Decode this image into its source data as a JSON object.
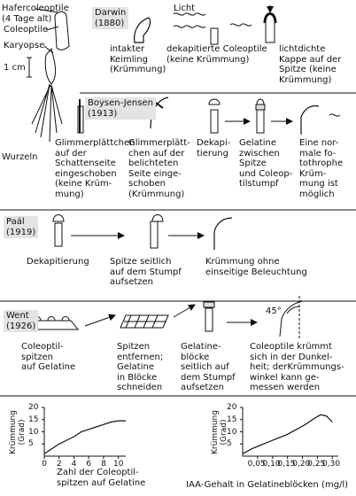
{
  "plant": {
    "title1": "Hafercoleoptile",
    "title2": "(4 Tage alt)",
    "coleoptile": "Coleoptile",
    "karyopse": "Karyopse",
    "scale": "1 cm",
    "roots": "Wurzeln"
  },
  "darwin": {
    "label": "Darwin\n(1880)",
    "light": "Licht",
    "c1": "intakter\nKeimling\n(Krümmung)",
    "c2": "dekapitierte Coleoptile\n(keine Krümmung)",
    "c3": "lichtdichte\nKappe auf der\nSpitze (keine\nKrümmung)"
  },
  "boysen": {
    "label": "Boysen-Jensen\n(1913)",
    "c1": "Glimmerplättchen\nauf der\nSchattenseite\neingeschoben\n(keine Krüm-\nmung)",
    "c2": "Glimmerplätt-\nchen auf der\nbelichteten\nSeite einge-\nschoben\n(Krümmung)",
    "c3": "Dekapi-\ntierung",
    "c4": "Gelatine\nzwischen\nSpitze\nund Coleop-\ntilstumpf",
    "c5": "Eine nor-\nmale fo-\ntothrophe\nKrüm-\nmung ist\nmöglich"
  },
  "paal": {
    "label": "Paál\n(1919)",
    "c1": "Dekapitierung",
    "c2": "Spitze seitlich\nauf dem Stumpf\naufsetzen",
    "c3": "Krümmung ohne\neinseitige Beleuchtung"
  },
  "went": {
    "label": "Went\n(1926)",
    "angle": "45°",
    "c1": "Coleoptil-\nspitzen\nauf Gelatine",
    "c2": "Spitzen\nentfernen;\nGelatine\nin Blöcke\nschneiden",
    "c3": "Gelatine-\nblöcke\nseitlich auf\ndem Stumpf\naufsetzen",
    "c4": "Coleoptile krümmt\nsich in der Dunkel-\nheit; derKrümmungs-\nwinkel kann ge-\nmessen werden"
  },
  "chart_data": [
    {
      "type": "line",
      "ylabel": "Krümmung\n(Grad)",
      "xlabel": "Zahl der Coleoptil-\nspitzen auf Gelatine",
      "xticks": [
        "0",
        "2",
        "4",
        "6",
        "8",
        "10"
      ],
      "yticks": [
        "5",
        "10",
        "15",
        "20"
      ],
      "xlim": [
        0,
        11
      ],
      "ylim": [
        0,
        20
      ],
      "x": [
        0,
        1,
        2,
        3,
        4,
        5,
        6,
        7,
        8,
        9,
        10,
        11
      ],
      "y": [
        1,
        3,
        5,
        6.5,
        8,
        10,
        11,
        12,
        13,
        14,
        14.5,
        14.5
      ]
    },
    {
      "type": "line",
      "ylabel": "Krümmung\n(Grad)",
      "xlabel": "IAA-Gehalt in Gelatineblöcken (mg/l)",
      "xticks": [
        "0,05",
        "0,10",
        "0,15",
        "0,20",
        "0,25",
        "0,30"
      ],
      "yticks": [
        "5",
        "10",
        "15",
        "20"
      ],
      "xlim": [
        0,
        0.32
      ],
      "ylim": [
        0,
        20
      ],
      "x": [
        0,
        0.03,
        0.06,
        0.09,
        0.12,
        0.15,
        0.18,
        0.21,
        0.24,
        0.26,
        0.28,
        0.3
      ],
      "y": [
        1,
        3,
        4.5,
        6,
        7.5,
        9,
        11,
        13,
        15.5,
        17,
        16.5,
        14
      ]
    }
  ]
}
